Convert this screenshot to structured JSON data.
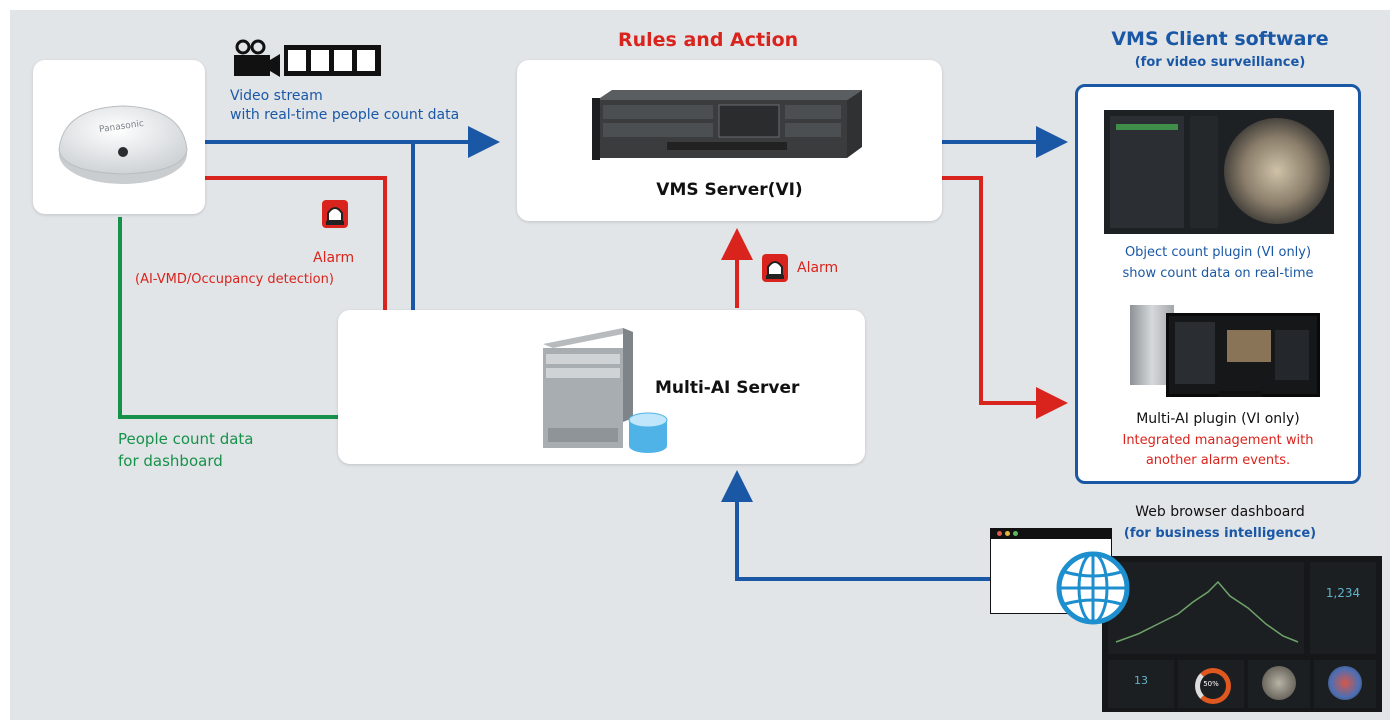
{
  "colors": {
    "blue": "#1a58a6",
    "red": "#d9241d",
    "green": "#16914a",
    "bg": "#e2e5e8"
  },
  "rules_title": "Rules and Action",
  "vms_client": {
    "title": "VMS Client software",
    "subtitle": "(for video surveillance)"
  },
  "video_stream": {
    "line1": "Video stream",
    "line2": "with real-time people count data"
  },
  "alarm_left": {
    "title": "Alarm",
    "detail": "(AI-VMD/Occupancy detection)"
  },
  "alarm_center": "Alarm",
  "vms_server_label": "VMS Server(VI)",
  "multi_ai_label": "Multi-AI Server",
  "people_count": {
    "line1": "People count data",
    "line2": "for dashboard"
  },
  "object_plugin": {
    "line1": "Object count plugin (VI only)",
    "line2": "show count data on real-time"
  },
  "multi_ai_plugin": {
    "title": "Multi-AI plugin (VI only)",
    "line1": "Integrated management with",
    "line2": "another alarm events."
  },
  "web_dashboard": {
    "title": "Web browser dashboard",
    "subtitle": "(for business intelligence)"
  },
  "camera_brand": "Panasonic",
  "dashboard": {
    "big_number": "1,234",
    "small_number": "13",
    "gauge": "50%"
  },
  "icons": [
    "camera-icon",
    "film-strip-icon",
    "alarm-light-icon",
    "globe-icon",
    "database-icon"
  ]
}
